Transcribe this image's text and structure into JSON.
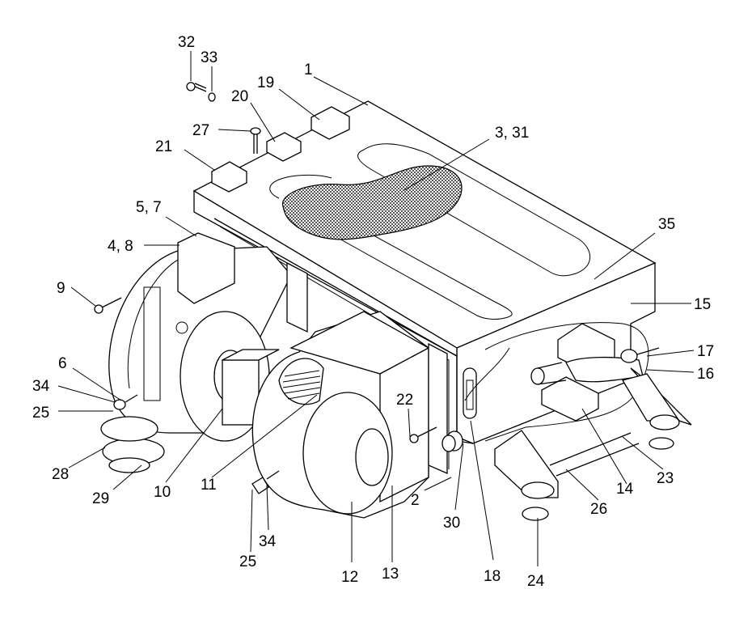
{
  "callouts": [
    {
      "id": "c32",
      "text": "32"
    },
    {
      "id": "c33",
      "text": "33"
    },
    {
      "id": "c1",
      "text": "1"
    },
    {
      "id": "c19",
      "text": "19"
    },
    {
      "id": "c20",
      "text": "20"
    },
    {
      "id": "c27",
      "text": "27"
    },
    {
      "id": "c21",
      "text": "21"
    },
    {
      "id": "c331",
      "text": "3, 31"
    },
    {
      "id": "c57",
      "text": "5, 7"
    },
    {
      "id": "c48",
      "text": "4, 8"
    },
    {
      "id": "c35",
      "text": "35"
    },
    {
      "id": "c9",
      "text": "9"
    },
    {
      "id": "c15",
      "text": "15"
    },
    {
      "id": "c17",
      "text": "17"
    },
    {
      "id": "c16",
      "text": "16"
    },
    {
      "id": "c6",
      "text": "6"
    },
    {
      "id": "c34a",
      "text": "34"
    },
    {
      "id": "c25a",
      "text": "25"
    },
    {
      "id": "c22",
      "text": "22"
    },
    {
      "id": "c14",
      "text": "14"
    },
    {
      "id": "c23",
      "text": "23"
    },
    {
      "id": "c28",
      "text": "28"
    },
    {
      "id": "c29",
      "text": "29"
    },
    {
      "id": "c10",
      "text": "10"
    },
    {
      "id": "c11",
      "text": "11"
    },
    {
      "id": "c2",
      "text": "2"
    },
    {
      "id": "c26",
      "text": "26"
    },
    {
      "id": "c30",
      "text": "30"
    },
    {
      "id": "c34b",
      "text": "34"
    },
    {
      "id": "c25b",
      "text": "25"
    },
    {
      "id": "c12",
      "text": "12"
    },
    {
      "id": "c13",
      "text": "13"
    },
    {
      "id": "c18",
      "text": "18"
    },
    {
      "id": "c24",
      "text": "24"
    }
  ]
}
